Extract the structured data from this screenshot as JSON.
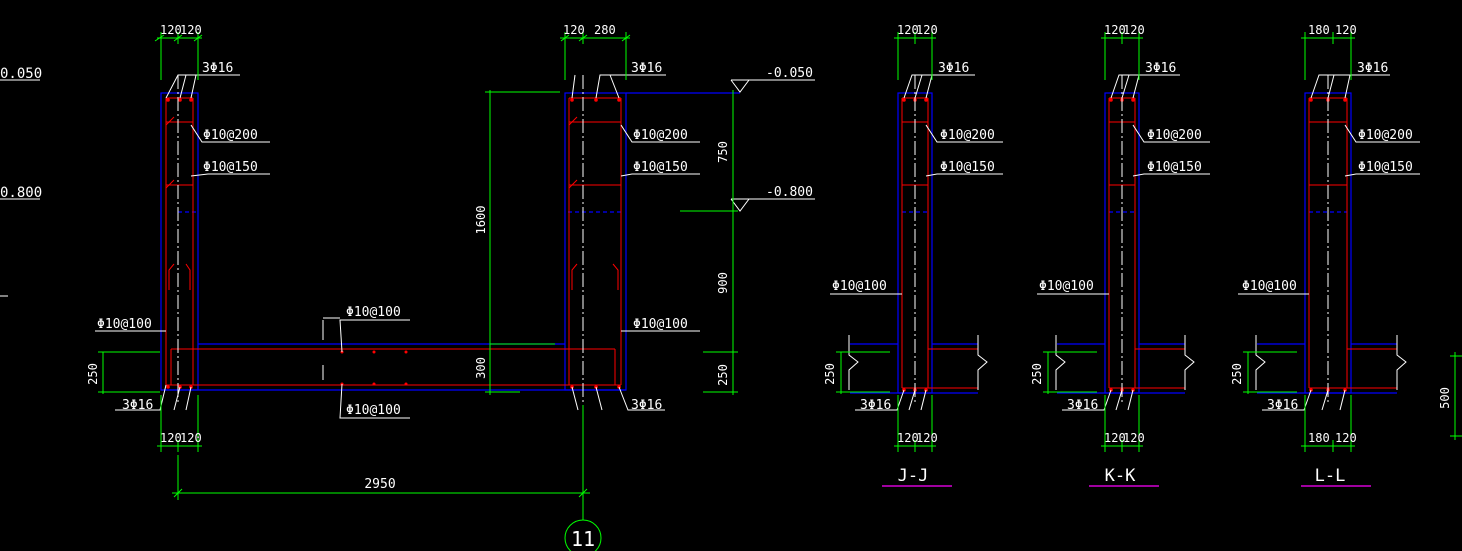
{
  "colors": {
    "background": "#000000",
    "outline": "#0000ff",
    "rebar": "#ff0000",
    "dimension": "#00ff00",
    "leader": "#ffffff",
    "section_underline": "#ff00ff"
  },
  "left_edge": {
    "level_1": "0.050",
    "level_2": "0.800"
  },
  "main_section": {
    "left_wall": {
      "top_dims": [
        "120",
        "120"
      ],
      "top_bars": "3Φ16",
      "stirrup_a": "Φ10@200",
      "stirrup_b": "Φ10@150",
      "stirrup_bottom": "Φ10@100",
      "dim_250": "250",
      "bottom_bars": "3Φ16",
      "bottom_dims": [
        "120",
        "120"
      ]
    },
    "slab": {
      "top_rebar": "Φ10@100",
      "bottom_rebar": "Φ10@100",
      "thickness": "300"
    },
    "right_wall": {
      "top_dims": [
        "120",
        "280"
      ],
      "top_bars": "3Φ16",
      "stirrup_a": "Φ10@200",
      "stirrup_b": "Φ10@150",
      "stirrup_bottom": "Φ10@100",
      "bottom_bars": "3Φ16"
    },
    "elevations": {
      "top": "-0.050",
      "mid": "-0.800"
    },
    "vertical_dims": {
      "total": "1600",
      "upper": "750",
      "middle": "900",
      "lower": "250"
    },
    "span": "2950",
    "axis_label": "11"
  },
  "sections": [
    {
      "title": "J-J",
      "top_dims": [
        "120",
        "120"
      ],
      "bottom_dims": [
        "120",
        "120"
      ],
      "top_bars": "3Φ16",
      "stirrup_a": "Φ10@200",
      "stirrup_b": "Φ10@150",
      "stirrup_c": "Φ10@100",
      "bottom_bars": "3Φ16",
      "dim_250": "250"
    },
    {
      "title": "K-K",
      "top_dims": [
        "120",
        "120"
      ],
      "bottom_dims": [
        "120",
        "120"
      ],
      "top_bars": "3Φ16",
      "stirrup_a": "Φ10@200",
      "stirrup_b": "Φ10@150",
      "stirrup_c": "Φ10@100",
      "bottom_bars": "3Φ16",
      "dim_250": "250"
    },
    {
      "title": "L-L",
      "top_dims": [
        "180",
        "120"
      ],
      "bottom_dims": [
        "180",
        "120"
      ],
      "top_bars": "3Φ16",
      "stirrup_a": "Φ10@200",
      "stirrup_b": "Φ10@150",
      "stirrup_c": "Φ10@100",
      "bottom_bars": "3Φ16",
      "dim_250": "250"
    }
  ],
  "right_edge": {
    "dim": "500"
  }
}
